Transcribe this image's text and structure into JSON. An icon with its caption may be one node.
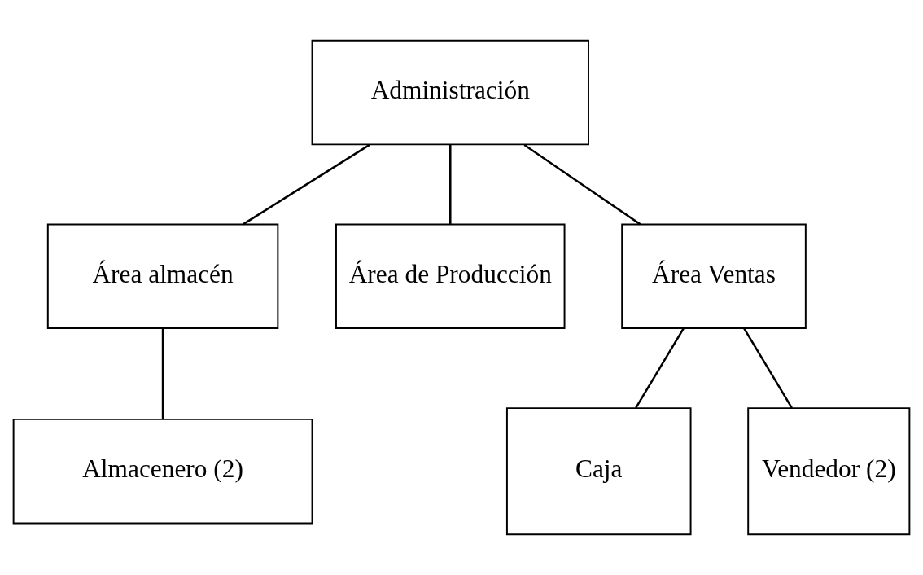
{
  "diagram": {
    "nodes": [
      {
        "text": [
          "Administración"
        ]
      },
      {
        "text": [
          "Área almacén"
        ]
      },
      {
        "text": [
          "Área de Producción"
        ]
      },
      {
        "text": [
          "Área Ventas"
        ]
      },
      {
        "text": [
          "Almacenero (2)"
        ]
      },
      {
        "text": [
          "Caja"
        ]
      },
      {
        "text": [
          "Vendedor (2)"
        ]
      }
    ],
    "edges": [
      {
        "from": 0,
        "to": 1,
        "arrow": "none"
      },
      {
        "from": 0,
        "to": 2,
        "arrow": "none"
      },
      {
        "from": 0,
        "to": 3,
        "arrow": "none"
      },
      {
        "from": 1,
        "to": 4,
        "arrow": "none"
      },
      {
        "from": 3,
        "to": 5,
        "arrow": "none"
      },
      {
        "from": 3,
        "to": 6,
        "arrow": "none"
      }
    ]
  }
}
